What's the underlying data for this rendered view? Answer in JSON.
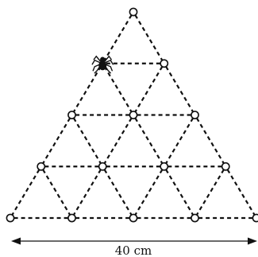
{
  "diagram": {
    "rows": 5,
    "spider": {
      "row": 1,
      "index": 0
    },
    "dimension": {
      "label": "40 cm"
    },
    "icons": {
      "node": "circle-node-icon",
      "spider": "spider-icon"
    }
  }
}
